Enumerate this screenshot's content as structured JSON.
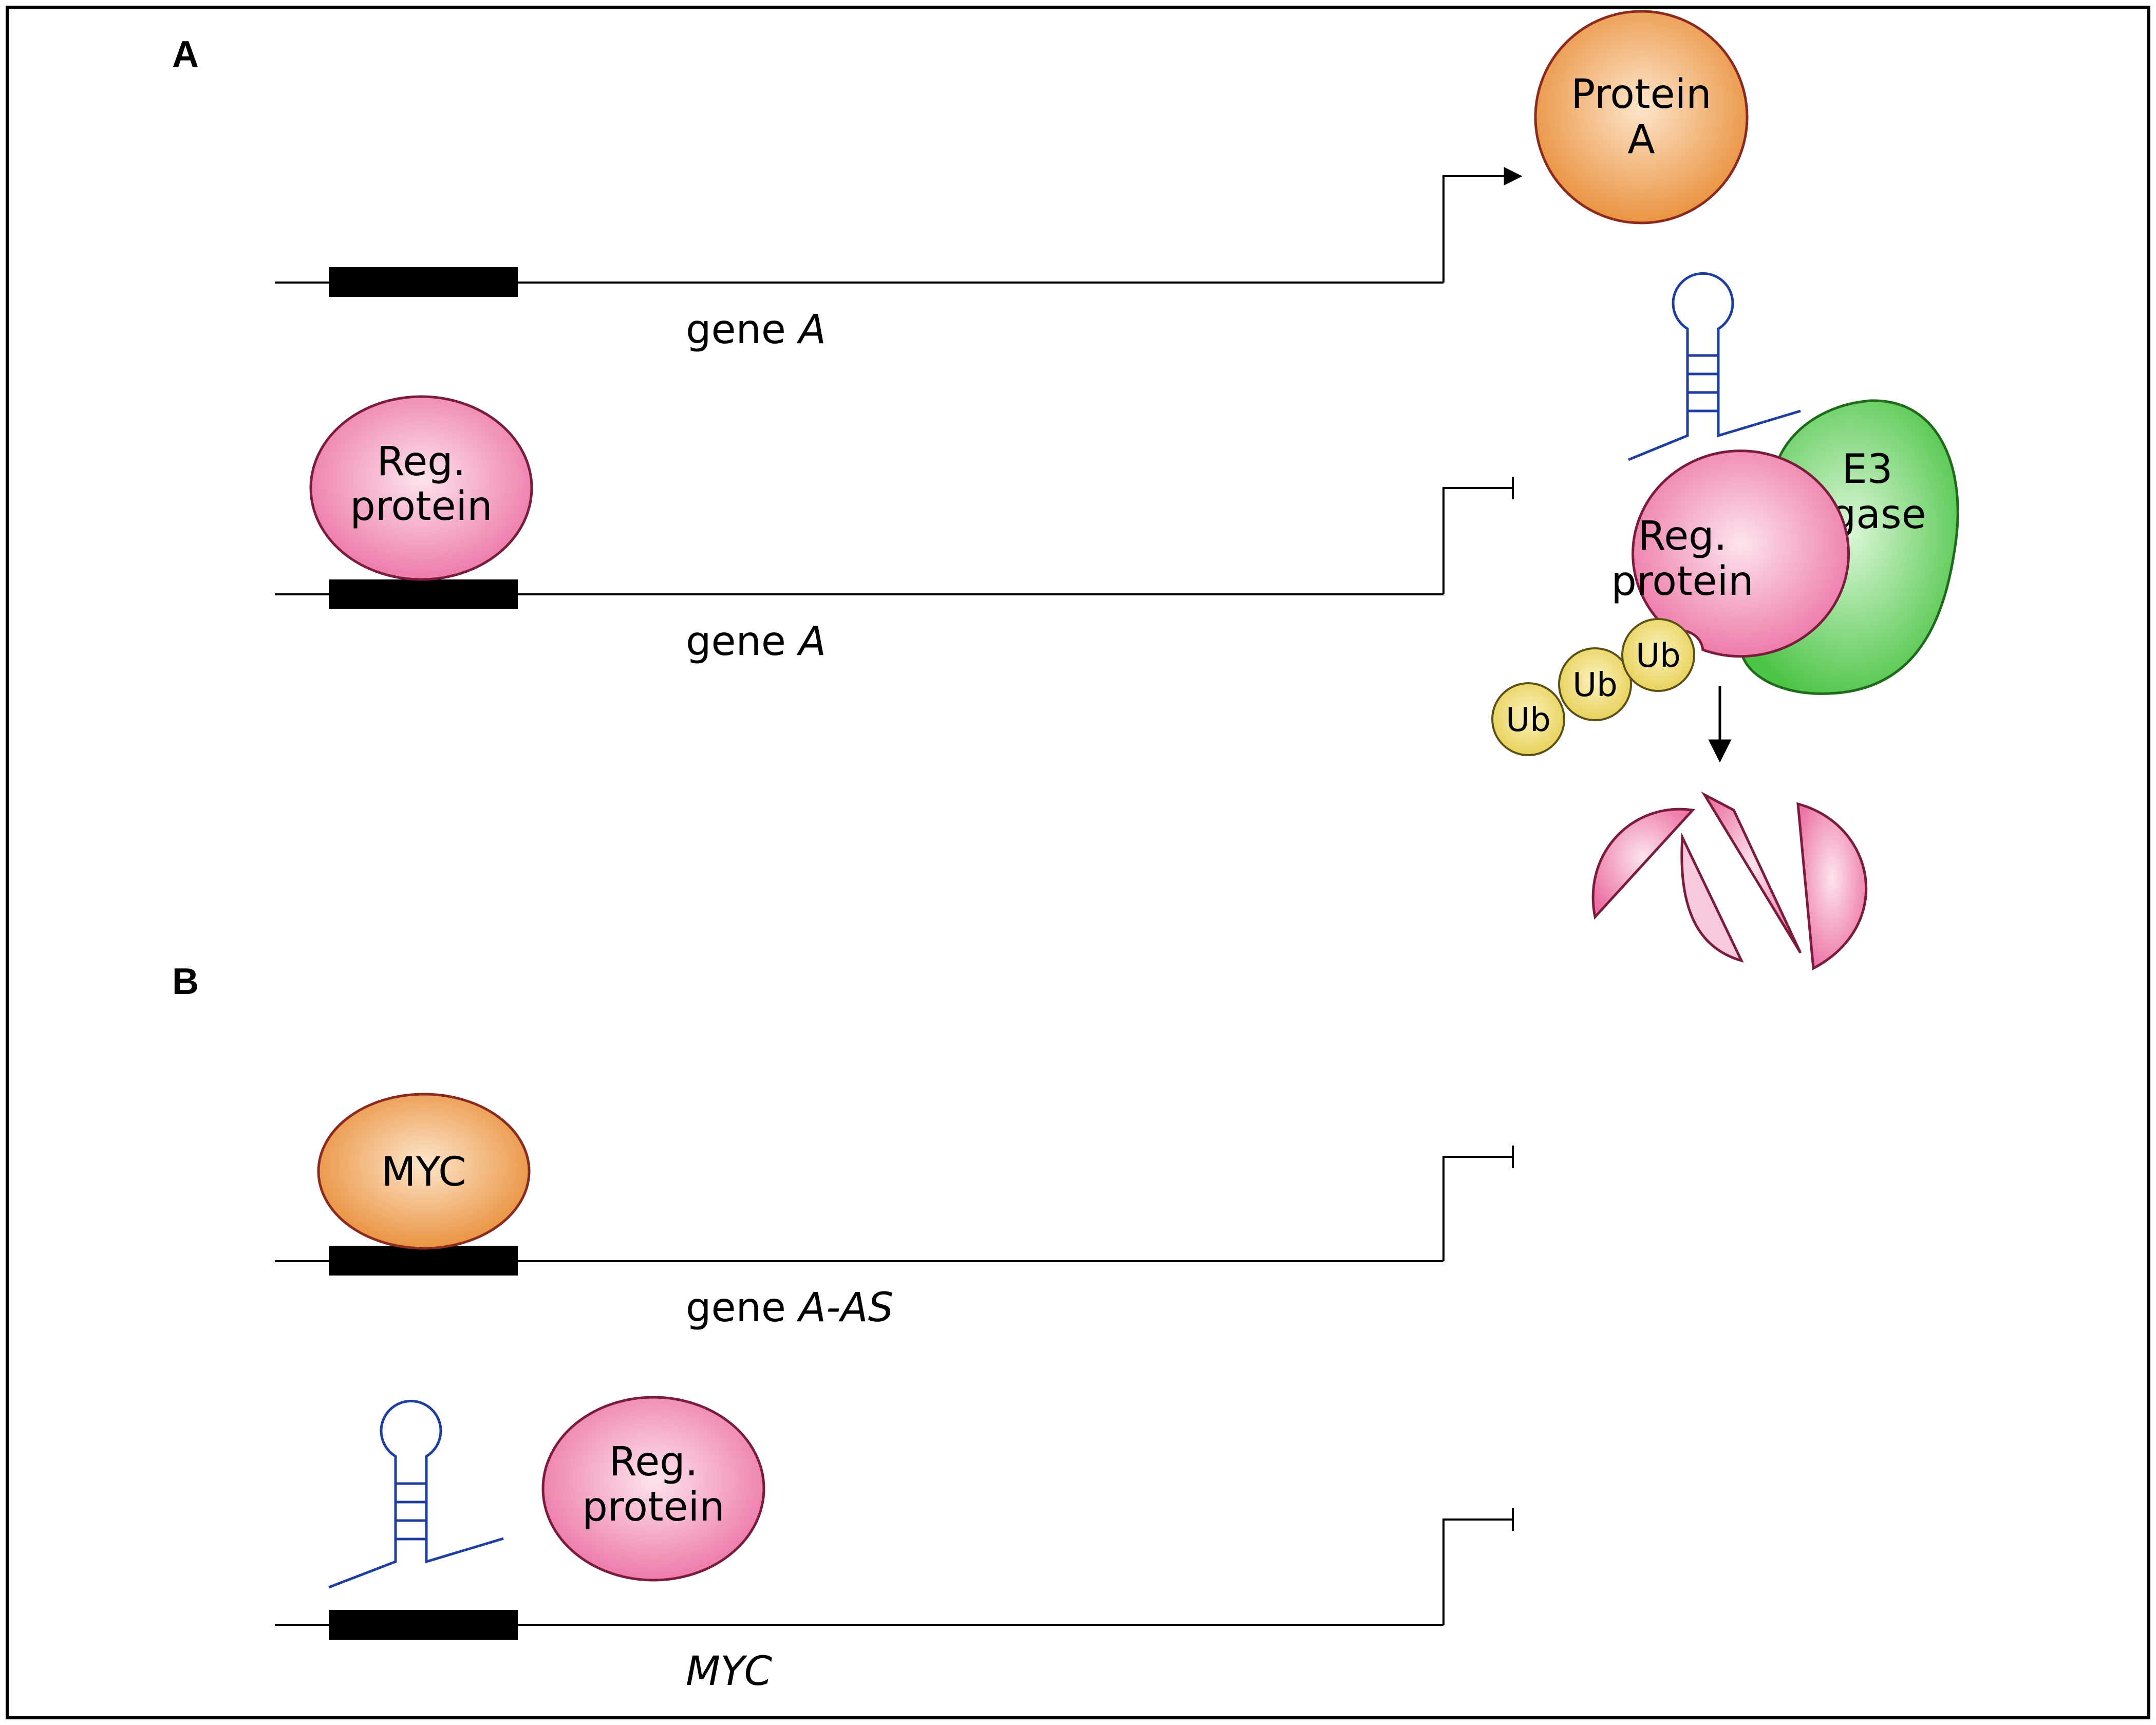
{
  "panels": {
    "a": "A",
    "b": "B"
  },
  "panel_a": {
    "top_gene_label": "gene",
    "top_gene_italic": "A",
    "bottom_gene_label": "gene",
    "bottom_gene_italic": "A",
    "protein_a": [
      "Protein",
      "A"
    ],
    "reg_protein_bound": [
      "Reg.",
      "protein"
    ],
    "reg_protein_degraded": [
      "Reg.",
      "protein"
    ],
    "e3_ligase": [
      "E3",
      "ligase"
    ],
    "ubiquitin": [
      "Ub",
      "Ub",
      "Ub"
    ]
  },
  "panel_b": {
    "gene1_label": "gene",
    "gene1_italic": "A-AS",
    "gene2_italic": "MYC",
    "myc_protein": "MYC",
    "reg_protein_free": [
      "Reg.",
      "protein"
    ]
  },
  "colors": {
    "pink": "#ef82ad",
    "orange": "#ec9b4a",
    "green": "#5fcf5a",
    "yellow": "#eedb6a",
    "rna_blue": "#1f3f9f"
  }
}
